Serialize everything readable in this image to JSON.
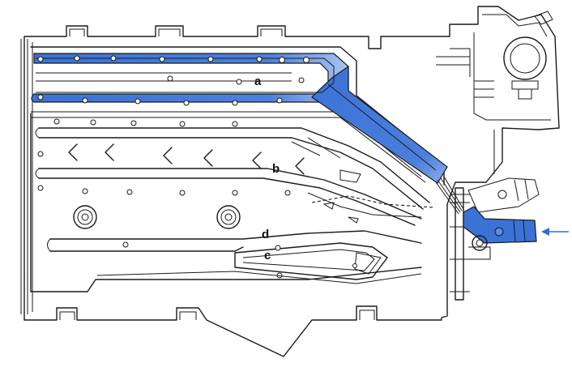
{
  "diagram": {
    "labels": {
      "a": "a",
      "b": "b",
      "c": "c",
      "d": "d"
    },
    "colors": {
      "highlight": "#3a72d6",
      "highlight_light": "#7fa6ec",
      "outline": "#1a1a1a",
      "arrow": "#2f6fd0",
      "background": "#ffffff"
    },
    "icons": [
      "inlet-arrow-icon",
      "connector-pipe-icon"
    ]
  }
}
